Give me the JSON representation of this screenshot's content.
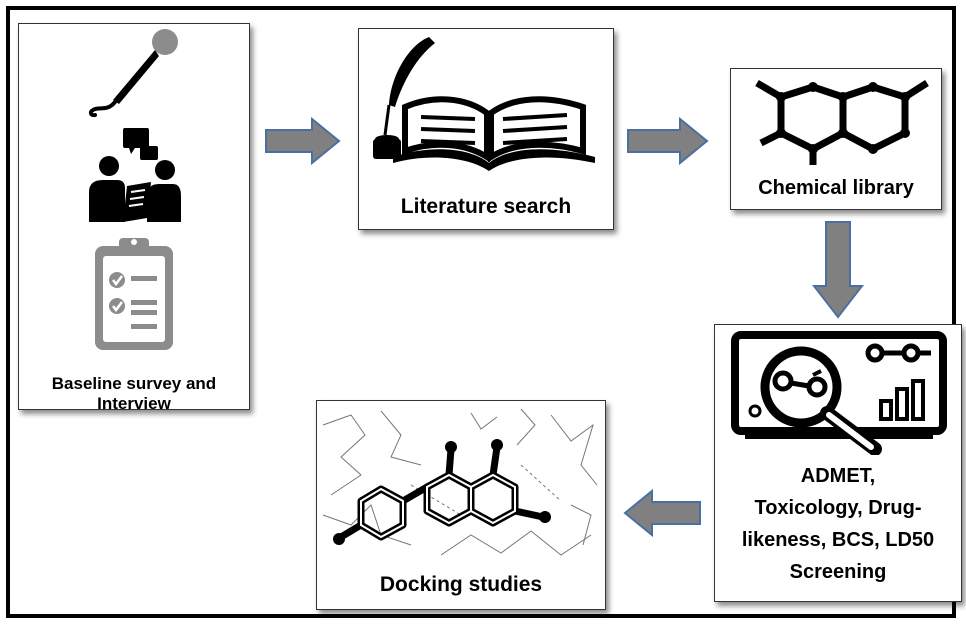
{
  "steps": {
    "survey": {
      "label": "Baseline survey and Interview"
    },
    "literature": {
      "label": "Literature search"
    },
    "library": {
      "label": "Chemical library"
    },
    "admet": {
      "lines": [
        "ADMET,",
        "Toxicology, Drug-",
        "likeness, BCS, LD50",
        "Screening"
      ]
    },
    "docking": {
      "label": "Docking studies"
    }
  },
  "colors": {
    "arrow_fill": "#808080",
    "arrow_stroke": "#4a6fa5",
    "icon_gray": "#8c8c8c"
  },
  "icons": [
    "microphone-icon",
    "interview-icon",
    "clipboard-icon",
    "quill-book-icon",
    "molecule-icon",
    "analysis-magnifier-icon",
    "docking-molecule-image"
  ]
}
